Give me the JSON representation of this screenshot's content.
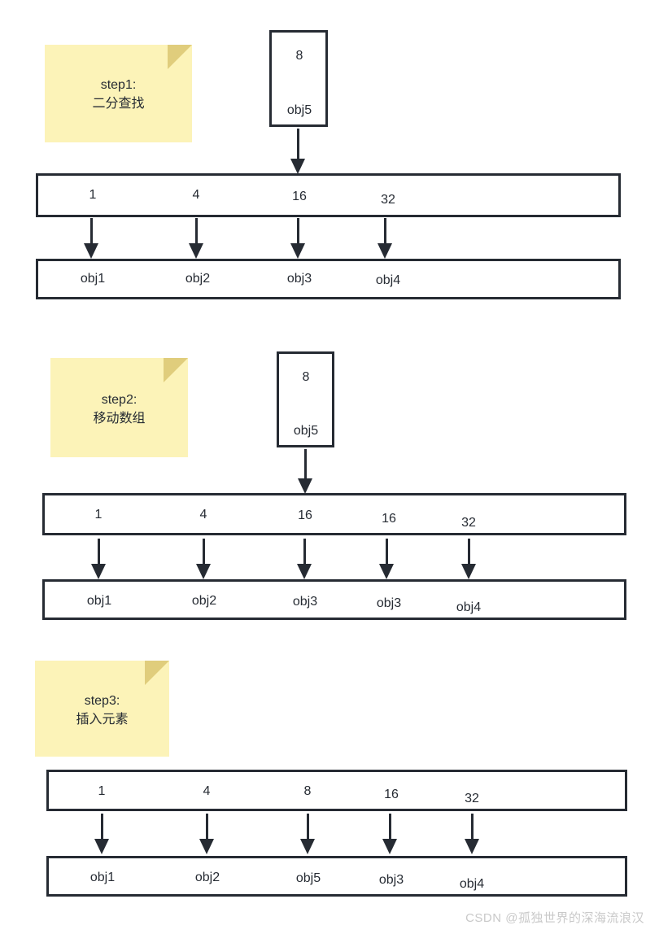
{
  "diagram": {
    "title": "Binary search insertion into sorted array",
    "accent_note_bg": "#fcf3b8",
    "accent_note_fold": "#e0cd7c",
    "stroke_color": "#262b33",
    "watermark": "CSDN @孤独世界的深海流浪汉"
  },
  "steps": [
    {
      "note": {
        "line1": "step1:",
        "line2": "二分查找"
      },
      "incoming": {
        "value": "8",
        "object": "obj5"
      },
      "values_row": [
        "1",
        "4",
        "16",
        "32"
      ],
      "objects_row": [
        "obj1",
        "obj2",
        "obj3",
        "obj4"
      ]
    },
    {
      "note": {
        "line1": "step2:",
        "line2": "移动数组"
      },
      "incoming": {
        "value": "8",
        "object": "obj5"
      },
      "values_row": [
        "1",
        "4",
        "16",
        "16",
        "32"
      ],
      "objects_row": [
        "obj1",
        "obj2",
        "obj3",
        "obj3",
        "obj4"
      ]
    },
    {
      "note": {
        "line1": "step3:",
        "line2": "插入元素"
      },
      "incoming": null,
      "values_row": [
        "1",
        "4",
        "8",
        "16",
        "32"
      ],
      "objects_row": [
        "obj1",
        "obj2",
        "obj5",
        "obj3",
        "obj4"
      ]
    }
  ]
}
